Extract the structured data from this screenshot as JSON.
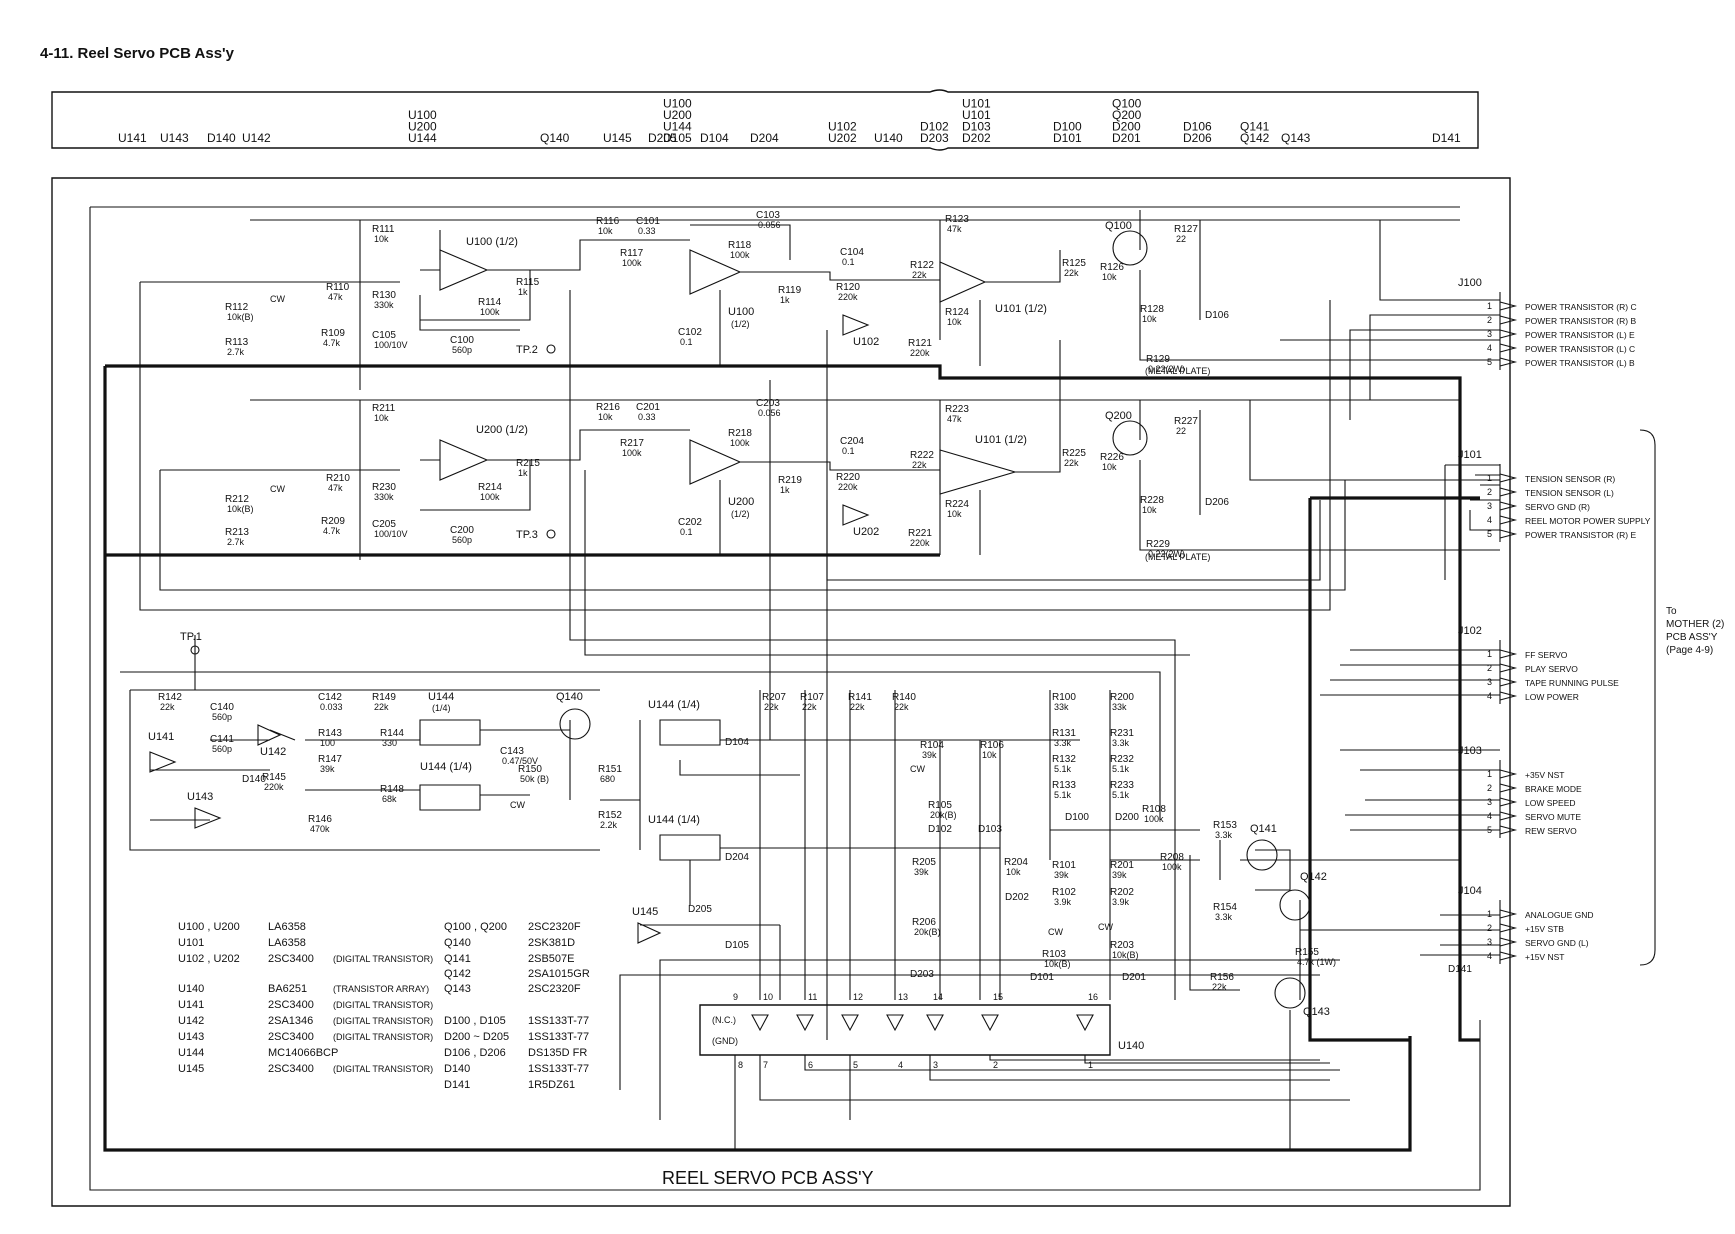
{
  "title": "4-11. Reel Servo PCB Ass'y",
  "footer_title": "REEL SERVO PCB ASS'Y",
  "side_note": [
    "To",
    "MOTHER (2)",
    "PCB ASS'Y",
    "(Page 4-9)"
  ],
  "index_strip": [
    [
      "U141"
    ],
    [
      "U143"
    ],
    [
      "D140"
    ],
    [
      "U142"
    ],
    [
      "U100",
      "U200",
      "U144"
    ],
    [
      "Q140"
    ],
    [
      "U145"
    ],
    [
      "D205"
    ],
    [
      "U100",
      "U200",
      "U144",
      "D105"
    ],
    [
      "D104"
    ],
    [
      "D204"
    ],
    [
      "U102",
      "U202"
    ],
    [
      "U140"
    ],
    [
      "D102",
      "D203"
    ],
    [
      "U101",
      "U101",
      "D103",
      "D202"
    ],
    [
      "D100",
      "D101"
    ],
    [
      "Q100",
      "Q200",
      "D200",
      "D201"
    ],
    [
      "D106",
      "D206"
    ],
    [
      "Q141",
      "Q142"
    ],
    [
      "Q143"
    ],
    [
      "D141"
    ]
  ],
  "connectors": [
    {
      "name": "J100",
      "pins": [
        "POWER TRANSISTOR (R) C",
        "POWER TRANSISTOR (R) B",
        "POWER TRANSISTOR (L) E",
        "POWER TRANSISTOR (L) C",
        "POWER TRANSISTOR (L) B"
      ]
    },
    {
      "name": "J101",
      "pins": [
        "TENSION SENSOR (R)",
        "TENSION SENSOR (L)",
        "SERVO GND (R)",
        "REEL MOTOR POWER SUPPLY",
        "POWER TRANSISTOR (R) E"
      ]
    },
    {
      "name": "J102",
      "pins": [
        "FF SERVO",
        "PLAY SERVO",
        "TAPE RUNNING PULSE",
        "LOW POWER"
      ]
    },
    {
      "name": "J103",
      "pins": [
        "+35V NST",
        "BRAKE MODE",
        "LOW SPEED",
        "SERVO MUTE",
        "REW SERVO"
      ]
    },
    {
      "name": "J104",
      "pins": [
        "ANALOGUE GND",
        "+15V STB",
        "SERVO GND (L)",
        "+15V NST"
      ]
    }
  ],
  "parts_list": [
    {
      "ref": "U100 , U200",
      "part": "LA6358",
      "note": ""
    },
    {
      "ref": "U101",
      "part": "LA6358",
      "note": ""
    },
    {
      "ref": "U102 , U202",
      "part": "2SC3400",
      "note": "(DIGITAL TRANSISTOR)"
    },
    {
      "ref": "U140",
      "part": "BA6251",
      "note": "(TRANSISTOR ARRAY)"
    },
    {
      "ref": "U141",
      "part": "2SC3400",
      "note": "(DIGITAL TRANSISTOR)"
    },
    {
      "ref": "U142",
      "part": "2SA1346",
      "note": "(DIGITAL TRANSISTOR)"
    },
    {
      "ref": "U143",
      "part": "2SC3400",
      "note": "(DIGITAL TRANSISTOR)"
    },
    {
      "ref": "U144",
      "part": "MC14066BCP",
      "note": ""
    },
    {
      "ref": "U145",
      "part": "2SC3400",
      "note": "(DIGITAL TRANSISTOR)"
    }
  ],
  "parts_list_2": [
    {
      "ref": "Q100 , Q200",
      "part": "2SC2320F"
    },
    {
      "ref": "Q140",
      "part": "2SK381D"
    },
    {
      "ref": "Q141",
      "part": "2SB507E"
    },
    {
      "ref": "Q142",
      "part": "2SA1015GR"
    },
    {
      "ref": "Q143",
      "part": "2SC2320F"
    },
    {
      "ref": "D100 , D105",
      "part": "1SS133T-77"
    },
    {
      "ref": "D200 ~ D205",
      "part": "1SS133T-77"
    },
    {
      "ref": "D106 , D206",
      "part": "DS135D FR"
    },
    {
      "ref": "D140",
      "part": "1SS133T-77"
    },
    {
      "ref": "D141",
      "part": "1R5DZ61"
    }
  ],
  "component_labels": {
    "u100a": "U100 (1/2)",
    "u100b": "U100",
    "u100b_sub": "(1/2)",
    "u200a": "U200 (1/2)",
    "u200b": "U200",
    "u200b_sub": "(1/2)",
    "u101a": "U101 (1/2)",
    "u101b": "U101 (1/2)",
    "u102": "U102",
    "u202": "U202",
    "q100": "Q100",
    "q200": "Q200",
    "tp1": "TP.1",
    "tp2": "TP.2",
    "tp3": "TP.3",
    "u141": "U141",
    "u142": "U142",
    "u143": "U143",
    "u144a": "U144",
    "u144a_sub": "(1/4)",
    "u144b": "U144 (1/4)",
    "u144c": "U144 (1/4)",
    "u144d": "U144 (1/4)",
    "u145": "U145",
    "q140": "Q140",
    "q141": "Q141",
    "q142": "Q142",
    "q143": "Q143",
    "u140": "U140",
    "nc": "(N.C.)",
    "gnd": "(GND)",
    "metal1": "(METAL PLATE)",
    "metal2": "(METAL PLATE)"
  },
  "resistor_labels": [
    [
      "R111",
      "10k"
    ],
    [
      "R112",
      "10k(B)"
    ],
    [
      "R113",
      "2.7k"
    ],
    [
      "R110",
      "47k"
    ],
    [
      "R109",
      "4.7k"
    ],
    [
      "R130",
      "330k"
    ],
    [
      "C105",
      "100/10V"
    ],
    [
      "R114",
      "100k"
    ],
    [
      "C100",
      "560p"
    ],
    [
      "R115",
      "1k"
    ],
    [
      "R116",
      "10k"
    ],
    [
      "C101",
      "0.33"
    ],
    [
      "R117",
      "100k"
    ],
    [
      "C102",
      "0.1"
    ],
    [
      "C103",
      "0.056"
    ],
    [
      "R118",
      "100k"
    ],
    [
      "R119",
      "1k"
    ],
    [
      "C104",
      "0.1"
    ],
    [
      "R120",
      "220k"
    ],
    [
      "R121",
      "220k"
    ],
    [
      "R122",
      "22k"
    ],
    [
      "R123",
      "47k"
    ],
    [
      "R124",
      "10k"
    ],
    [
      "R125",
      "22k"
    ],
    [
      "R126",
      "10k"
    ],
    [
      "R127",
      "22"
    ],
    [
      "R128",
      "10k"
    ],
    [
      "D106",
      ""
    ],
    [
      "R129",
      "0.22(2W)"
    ],
    [
      "R211",
      "10k"
    ],
    [
      "R212",
      "10k(B)"
    ],
    [
      "R213",
      "2.7k"
    ],
    [
      "R210",
      "47k"
    ],
    [
      "R209",
      "4.7k"
    ],
    [
      "R230",
      "330k"
    ],
    [
      "C205",
      "100/10V"
    ],
    [
      "R214",
      "100k"
    ],
    [
      "C200",
      "560p"
    ],
    [
      "R215",
      "1k"
    ],
    [
      "R216",
      "10k"
    ],
    [
      "C201",
      "0.33"
    ],
    [
      "R217",
      "100k"
    ],
    [
      "C202",
      "0.1"
    ],
    [
      "C203",
      "0.056"
    ],
    [
      "R218",
      "100k"
    ],
    [
      "R219",
      "1k"
    ],
    [
      "C204",
      "0.1"
    ],
    [
      "R220",
      "220k"
    ],
    [
      "R221",
      "220k"
    ],
    [
      "R222",
      "22k"
    ],
    [
      "R223",
      "47k"
    ],
    [
      "R224",
      "10k"
    ],
    [
      "R225",
      "22k"
    ],
    [
      "R226",
      "10k"
    ],
    [
      "R227",
      "22"
    ],
    [
      "R228",
      "10k"
    ],
    [
      "D206",
      ""
    ],
    [
      "R229",
      "0.22(2W)"
    ],
    [
      "R142",
      "22k"
    ],
    [
      "C140",
      "560p"
    ],
    [
      "C141",
      "560p"
    ],
    [
      "R145",
      "220k"
    ],
    [
      "R146",
      "470k"
    ],
    [
      "C142",
      "0.033"
    ],
    [
      "R149",
      "22k"
    ],
    [
      "R143",
      "100"
    ],
    [
      "R144",
      "330"
    ],
    [
      "R147",
      "39k"
    ],
    [
      "R148",
      "68k"
    ],
    [
      "C143",
      "0.47/50V"
    ],
    [
      "R150",
      "50k (B)"
    ],
    [
      "R151",
      "680"
    ],
    [
      "R152",
      "2.2k"
    ],
    [
      "R207",
      "22k"
    ],
    [
      "R107",
      "22k"
    ],
    [
      "R141",
      "22k"
    ],
    [
      "R140",
      "22k"
    ],
    [
      "R104",
      "39k"
    ],
    [
      "R105",
      "20k(B)"
    ],
    [
      "R106",
      "10k"
    ],
    [
      "R205",
      "39k"
    ],
    [
      "R206",
      "20k(B)"
    ],
    [
      "R204",
      "10k"
    ],
    [
      "R100",
      "33k"
    ],
    [
      "R131",
      "3.3k"
    ],
    [
      "R132",
      "5.1k"
    ],
    [
      "R133",
      "5.1k"
    ],
    [
      "R101",
      "39k"
    ],
    [
      "R102",
      "3.9k"
    ],
    [
      "R103",
      "10k(B)"
    ],
    [
      "R200",
      "33k"
    ],
    [
      "R231",
      "3.3k"
    ],
    [
      "R232",
      "5.1k"
    ],
    [
      "R233",
      "5.1k"
    ],
    [
      "R201",
      "39k"
    ],
    [
      "R202",
      "3.9k"
    ],
    [
      "R203",
      "10k(B)"
    ],
    [
      "R108",
      "100k"
    ],
    [
      "R208",
      "100k"
    ],
    [
      "R153",
      "3.3k"
    ],
    [
      "R154",
      "3.3k"
    ],
    [
      "R155",
      "4.7k (1W)"
    ],
    [
      "R156",
      "22k"
    ]
  ],
  "diode_labels": [
    "D140",
    "D104",
    "D204",
    "D205",
    "D105",
    "D102",
    "D103",
    "D202",
    "D203",
    "D100",
    "D200",
    "D101",
    "D201",
    "D141"
  ],
  "cw": "CW",
  "ic_pins": [
    "9",
    "10",
    "11",
    "12",
    "13",
    "14",
    "15",
    "16",
    "8",
    "7",
    "6",
    "5",
    "4",
    "3",
    "2",
    "1"
  ]
}
